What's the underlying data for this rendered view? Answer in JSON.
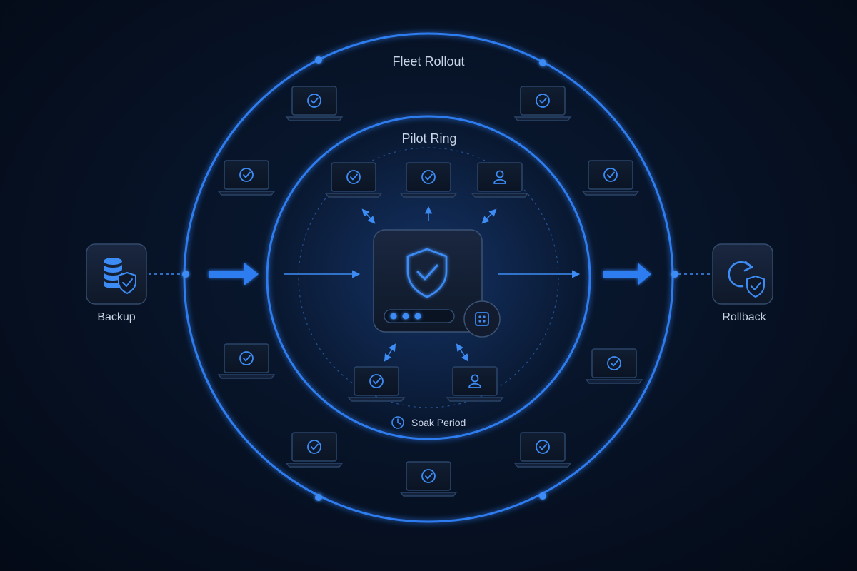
{
  "labels": {
    "fleet_rollout": "Fleet Rollout",
    "pilot_ring": "Pilot Ring",
    "soak_period": "Soak Period",
    "backup": "Backup",
    "rollback": "Rollback"
  },
  "colors": {
    "background": "#050c1a",
    "ring": "#2f7df0",
    "ring_glow": "#1d5fd0",
    "accent": "#3d8cf5",
    "device_stroke": "#2a4468",
    "text": "#c9d4e6"
  },
  "devices": {
    "fleet": [
      {
        "id": "fleet-device-1",
        "icon": "check-circle-icon"
      },
      {
        "id": "fleet-device-2",
        "icon": "check-circle-icon"
      },
      {
        "id": "fleet-device-3",
        "icon": "check-circle-icon"
      },
      {
        "id": "fleet-device-4",
        "icon": "check-circle-icon"
      },
      {
        "id": "fleet-device-5",
        "icon": "check-circle-icon"
      },
      {
        "id": "fleet-device-6",
        "icon": "check-circle-icon"
      },
      {
        "id": "fleet-device-7",
        "icon": "check-circle-icon"
      },
      {
        "id": "fleet-device-8",
        "icon": "check-circle-icon"
      },
      {
        "id": "fleet-device-9",
        "icon": "check-circle-icon"
      }
    ],
    "pilot": [
      {
        "id": "pilot-device-1",
        "icon": "check-circle-icon"
      },
      {
        "id": "pilot-device-2",
        "icon": "check-circle-icon"
      },
      {
        "id": "pilot-device-3",
        "icon": "user-icon"
      },
      {
        "id": "pilot-device-4",
        "icon": "check-circle-icon"
      },
      {
        "id": "pilot-device-5",
        "icon": "user-icon"
      }
    ]
  },
  "center": {
    "icon": "shield-check-icon",
    "progress_icon": "progress-dots-icon",
    "badge_icon": "grid-badge-icon"
  },
  "side_icons": {
    "backup": "database-shield-icon",
    "rollback": "rollback-shield-icon"
  }
}
